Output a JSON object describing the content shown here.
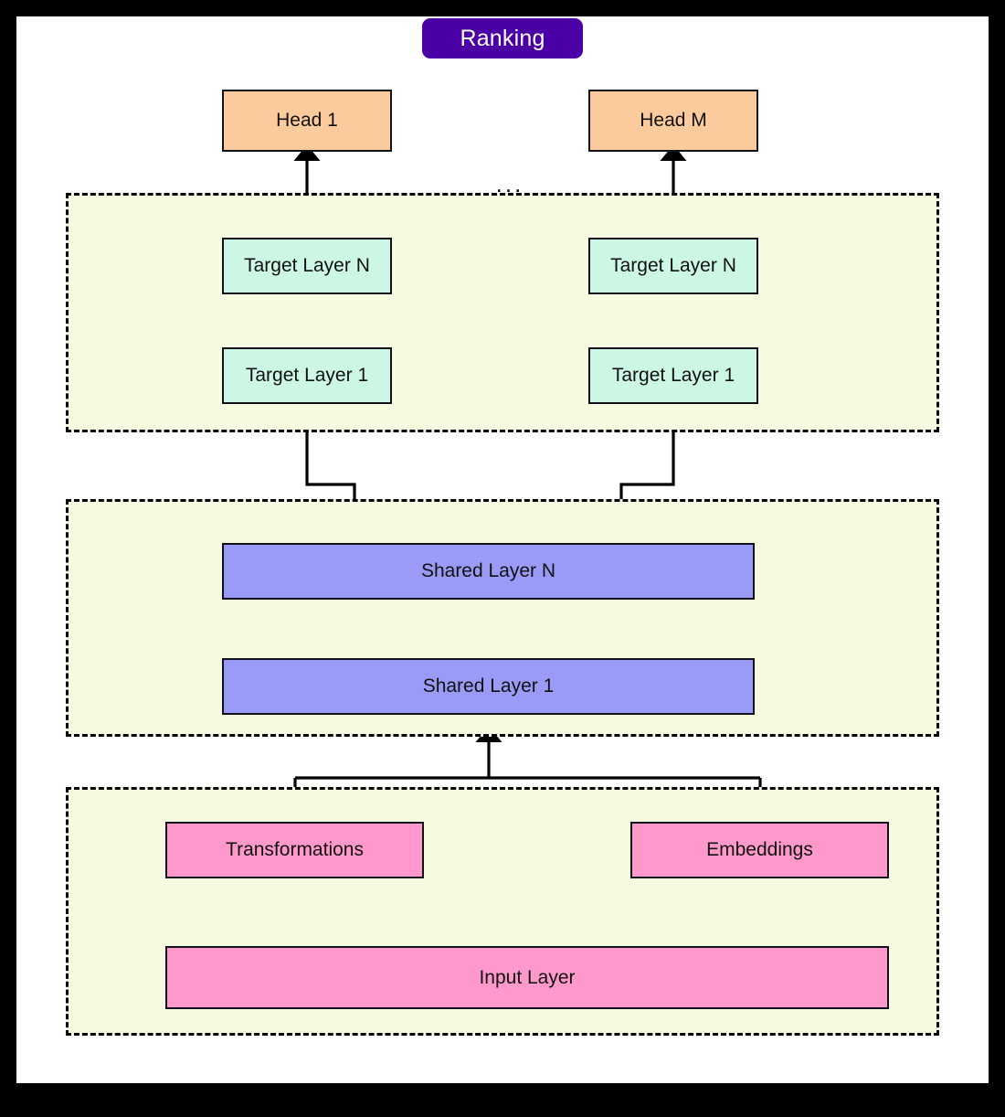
{
  "diagram": {
    "title": "Ranking",
    "title_color": "#4B00A5",
    "ellipsis": "...",
    "palette": {
      "head": "#FBCB9D",
      "target_layer": "#CCF7E4",
      "shared_layer": "#9A9AF7",
      "input_stage": "#FF99CC",
      "group_background": "#F5FAE0",
      "group_border": "#000000",
      "canvas": "#FFFFFF",
      "frame": "#000000"
    },
    "groups": [
      {
        "name": "target-tower-group"
      },
      {
        "name": "shared-tower-group"
      },
      {
        "name": "input-group"
      }
    ],
    "heads": [
      {
        "label": "Head 1"
      },
      {
        "label": "Head M"
      }
    ],
    "target_towers": [
      {
        "name": "target-tower-left",
        "layers": [
          {
            "label": "Target Layer N"
          },
          {
            "label": "Target Layer 1"
          }
        ]
      },
      {
        "name": "target-tower-right",
        "layers": [
          {
            "label": "Target Layer N"
          },
          {
            "label": "Target Layer 1"
          }
        ]
      }
    ],
    "shared_layers": [
      {
        "label": "Shared Layer N"
      },
      {
        "label": "Shared Layer 1"
      }
    ],
    "input_stage": {
      "features": [
        {
          "label": "Transformations"
        },
        {
          "label": "Embeddings"
        }
      ],
      "input_layer": {
        "label": "Input Layer"
      }
    }
  }
}
